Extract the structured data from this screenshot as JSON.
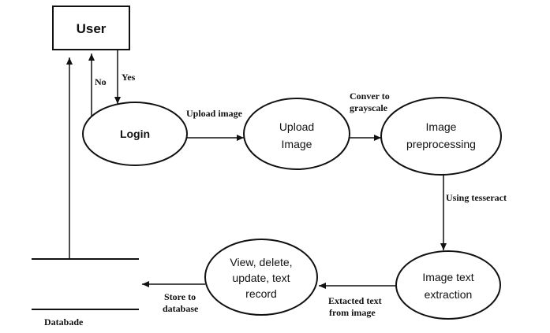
{
  "nodes": {
    "user": "User",
    "login": "Login",
    "upload_image_l1": "Upload",
    "upload_image_l2": "Image",
    "preprocessing_l1": "Image",
    "preprocessing_l2": "preprocessing",
    "extraction_l1": "Image text",
    "extraction_l2": "extraction",
    "view_l1": "View, delete,",
    "view_l2": "update, text",
    "view_l3": "record",
    "database": "Databade"
  },
  "edges": {
    "no": "No",
    "yes": "Yes",
    "upload_image": "Upload image",
    "grayscale_l1": "Conver to",
    "grayscale_l2": "grayscale",
    "tesseract": "Using tesseract",
    "extracted_l1": "Extacted text",
    "extracted_l2": "from image",
    "store_l1": "Store to",
    "store_l2": "database"
  }
}
